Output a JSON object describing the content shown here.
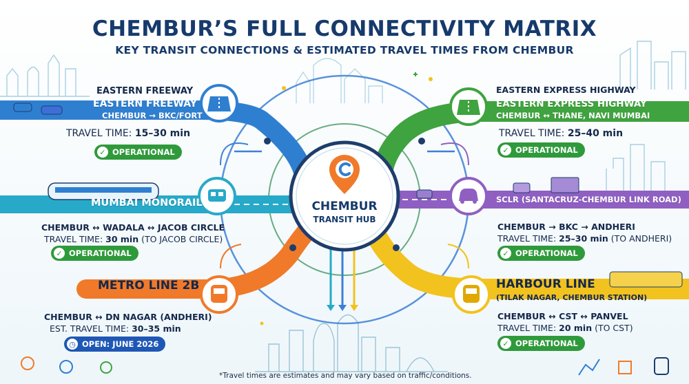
{
  "header": {
    "title": "CHEMBUR’S FULL CONNECTIVITY MATRIX",
    "subtitle": "KEY TRANSIT CONNECTIONS & ESTIMATED TRAVEL TIMES FROM CHEMBUR"
  },
  "hub": {
    "line1": "CHEMBUR",
    "line2": "TRANSIT HUB"
  },
  "colors": {
    "freeway": "#2f7fd1",
    "monorail": "#27a9c9",
    "metro": "#f07a2a",
    "expressway": "#3fa33f",
    "sclr": "#8f5fc2",
    "harbour": "#f2c21e",
    "navy": "#163a6b",
    "green_badge": "#2f9a3b",
    "blue_badge": "#1f57b5"
  },
  "routes": {
    "eastern_freeway": {
      "heading": "EASTERN FREEWAY",
      "band_title": "EASTERN FREEWAY",
      "band_sub": "CHEMBUR → BKC/FORT",
      "time_label": "TRAVEL TIME:",
      "time_value": "15–30 min",
      "status": "OPERATIONAL",
      "icon": "highway-icon"
    },
    "monorail": {
      "band_title": "MUMBAI MONORAIL",
      "route": "CHEMBUR ↔ WADALA ↔ JACOB CIRCLE",
      "time_label": "TRAVEL TIME:",
      "time_value": "30 min",
      "time_note": "(TO JACOB CIRCLE)",
      "status": "OPERATIONAL",
      "icon": "monorail-icon"
    },
    "metro_2b": {
      "band_title": "METRO LINE 2B",
      "route": "CHEMBUR ↔ DN NAGAR (ANDHERI)",
      "time_label": "EST. TRAVEL TIME:",
      "time_value": "30–35 min",
      "status": "OPEN: JUNE 2026",
      "icon": "metro-train-icon"
    },
    "eastern_express_highway": {
      "heading": "EASTERN EXPRESS HIGHWAY",
      "band_title": "EASTERN EXPRESS HIGHWAY",
      "band_sub": "CHEMBUR ↔ THANE, NAVI MUMBAI",
      "time_label": "TRAVEL TIME:",
      "time_value": "25–40 min",
      "status": "OPERATIONAL",
      "icon": "highway-icon"
    },
    "sclr": {
      "band_title": "SCLR (SANTACRUZ-CHEMBUR LINK ROAD)",
      "route": "CHEMBUR → BKC → ANDHERI",
      "time_label": "TRAVEL TIME:",
      "time_value": "25–30 min",
      "time_note": "(TO ANDHERI)",
      "status": "OPERATIONAL",
      "icon": "car-icon"
    },
    "harbour_line": {
      "band_title": "HARBOUR LINE",
      "band_sub": "(TILAK NAGAR, CHEMBUR STATION)",
      "route": "CHEMBUR ↔ CST ↔ PANVEL",
      "time_label": "TRAVEL TIME:",
      "time_value": "20 min",
      "time_note": "(TO CST)",
      "status": "OPERATIONAL",
      "icon": "local-train-icon"
    }
  },
  "footnote": "*Travel times are estimates and may vary based on traffic/conditions."
}
